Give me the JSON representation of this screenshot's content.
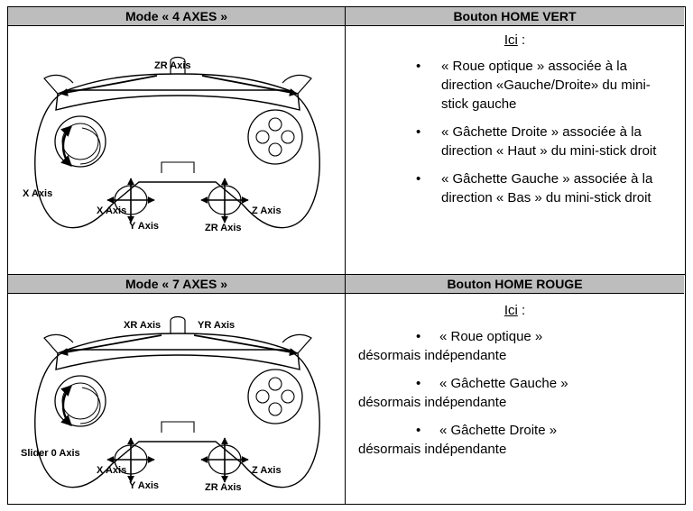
{
  "section1": {
    "left_header": "Mode « 4 AXES »",
    "right_header": "Bouton HOME VERT",
    "ici_word": "Ici",
    "ici_colon": " :",
    "bullets": [
      "« Roue optique » associée à la direction «Gauche/Droite» du mini-stick gauche",
      "« Gâchette Droite » associée à la direction « Haut » du mini-stick droit",
      "« Gâchette Gauche » associée à la direction « Bas » du mini-stick droit"
    ],
    "labels": {
      "top": "ZR Axis",
      "left_wheel": "X Axis",
      "left_stick_h": "X Axis",
      "left_stick_v": "Y Axis",
      "right_stick_h": "Z Axis",
      "right_stick_v": "ZR Axis"
    }
  },
  "section2": {
    "left_header": "Mode « 7 AXES »",
    "right_header": "Bouton HOME ROUGE",
    "ici_word": "Ici",
    "ici_colon": " :",
    "items": [
      {
        "first": "« Roue optique »",
        "second": "désormais indépendante"
      },
      {
        "first": "« Gâchette Gauche »",
        "second": "désormais indépendante"
      },
      {
        "first": "« Gâchette Droite »",
        "second": "désormais indépendante"
      }
    ],
    "labels": {
      "top_left": "XR Axis",
      "top_right": "YR Axis",
      "left_wheel": "Slider 0 Axis",
      "left_stick_h": "X Axis",
      "left_stick_v": "Y Axis",
      "right_stick_h": "Z Axis",
      "right_stick_v": "ZR Axis"
    }
  },
  "bullet_glyph": "•"
}
